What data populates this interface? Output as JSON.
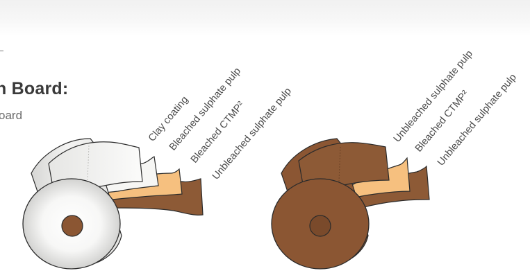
{
  "heading": "n Board:",
  "subheading": "oard",
  "left_roll": {
    "labels": [
      "Clay coating",
      "Bleached sulphate pulp",
      "Bleached CTMP²",
      "Unbleached sulphate pulp"
    ]
  },
  "right_roll": {
    "labels": [
      "Unbleached sulphate pulp",
      "Bleached CTMP²",
      "Unbleached sulphate pulp"
    ]
  },
  "colors": {
    "white_roll": "#f2f2f0",
    "brown_roll": "#8b5633",
    "ctmp": "#f6c07f",
    "unbleached": "#8d5a36",
    "outline": "#2b2b2b"
  }
}
